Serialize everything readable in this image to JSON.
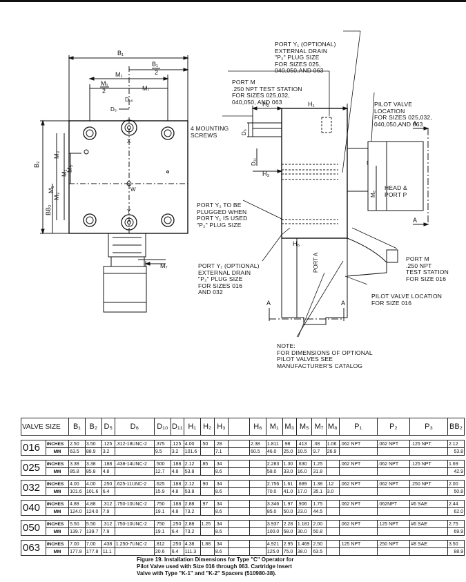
{
  "callouts": {
    "port_y1_top": [
      "PORT Y₁ (OPTIONAL)",
      "EXTERNAL DRAIN",
      "\"P₂\" PLUG SIZE",
      "FOR SIZES 025,",
      "040,050,AND 063"
    ],
    "port_m_top": [
      "PORT M",
      ".250 NPT TEST STATION",
      "FOR SIZES 025,032,",
      "040,050, AND 063"
    ],
    "pilot_valve_location": [
      "PILOT VALVE",
      "LOCATION",
      "FOR SIZES 025,032,",
      "040,050,AND 063"
    ],
    "mounting_screws": [
      "4 MOUNTING",
      "SCREWS"
    ],
    "head_port": [
      "HEAD &",
      "PORT P"
    ],
    "port_y2": [
      "PORT Y₂ TO BE",
      "PLUGGED WHEN",
      "PORT Y₁ IS USED",
      "\"P₂\" PLUG SIZE"
    ],
    "port_y1_bottom": [
      "PORT Y₁ (OPTIONAL)",
      "EXTERNAL DRAIN",
      "\"P₂\" PLUG SIZE",
      "FOR SIZES 016",
      "AND 032"
    ],
    "port_m_bottom": [
      "PORT M",
      ".250 NPT",
      "TEST STATION",
      "FOR SIZE 016"
    ],
    "pilot_valve_016": [
      "PILOT VALVE LOCATION",
      "FOR SIZE 016"
    ],
    "note": [
      "NOTE:",
      "FOR DIMENSIONS OF OPTIONAL",
      "PILOT VALVES SEE",
      "MANUFACTURER'S CATALOG"
    ]
  },
  "dim_labels": {
    "b1": "B₁",
    "b1_2": "B₁",
    "half": "2",
    "m1": "M₁",
    "m7": "M₇",
    "d10": "D₁₀",
    "d5": "D₅",
    "x": "X",
    "w": "W",
    "y": "Y",
    "m3": "M₃",
    "m5": "M₅",
    "b2": "B₂",
    "bb2": "BB₂",
    "m1v": "M₁",
    "m3b": "M₃",
    "m7b": "M₇",
    "h2": "H₂",
    "h1": "H₁",
    "d6": "D₆",
    "d11": "D₁₁",
    "h3": "H₃",
    "m8": "M₈",
    "h6": "H₆",
    "porta": "PORT A",
    "a": "A"
  },
  "table": {
    "headers": [
      "VALVE SIZE",
      "B₁",
      "B₂",
      "D₅",
      "D₆",
      "D₁₀",
      "D₁₁",
      "H₁",
      "H₂",
      "H₃",
      "",
      "H₆",
      "M₁",
      "M₃",
      "M₅",
      "M₇",
      "M₈",
      "P₁",
      "P₂",
      "P₃",
      "BB₂"
    ],
    "rows": [
      {
        "size": "016",
        "inches": [
          "2.50",
          "3.50",
          ".125",
          ".312-18UNC-2",
          ".375",
          ".125",
          "4.00",
          ".50",
          ".28",
          "",
          "2.38",
          "1.811",
          ".98",
          ".413",
          ".38",
          "1.06",
          ".062 NPT",
          ".062 NPT",
          ".125 NPT",
          "2.12"
        ],
        "mm": [
          "63.5",
          "88.9",
          "3.2",
          "",
          "9.5",
          "3.2",
          "101.6",
          "",
          "7.1",
          "",
          "60.5",
          "46.0",
          "25.0",
          "10.5",
          "9.7",
          "26.9",
          "",
          "",
          "",
          "53.8"
        ]
      },
      {
        "size": "025",
        "inches": [
          "3.38",
          "3.38",
          ".188",
          ".438-14UNC-2",
          ".500",
          ".188",
          "2.12",
          ".85",
          ".34",
          "",
          "",
          "2.283",
          "1.30",
          ".630",
          "1.25",
          "",
          ".062 NPT",
          ".062 NPT",
          ".125 NPT",
          "1.69"
        ],
        "mm": [
          "85.8",
          "85.8",
          "4.8",
          "",
          "12.7",
          "4.8",
          "53.8",
          "",
          "8.6",
          "",
          "",
          "58.0",
          "33.0",
          "16.0",
          "31.8",
          "",
          "",
          "",
          "",
          "42.9"
        ]
      },
      {
        "size": "032",
        "inches": [
          "4.00",
          "4.00",
          ".250",
          ".625-11UNC-2",
          ".625",
          ".188",
          "2.12",
          ".90",
          ".34",
          "",
          "",
          "2.756",
          "1.61",
          ".689",
          "1.38",
          ".12",
          ".062 NPT",
          ".062 NPT",
          ".250 NPT",
          "2.00"
        ],
        "mm": [
          "101.6",
          "101.6",
          "6.4",
          "",
          "15.9",
          "4.8",
          "53.8",
          "",
          "8.6",
          "",
          "",
          "70.0",
          "41.0",
          "17.0",
          "35.1",
          "3.0",
          "",
          "",
          "",
          "50.8"
        ]
      },
      {
        "size": "040",
        "inches": [
          "4.88",
          "4.88",
          ".312",
          ".750-10UNC-2",
          ".750",
          ".188",
          "2.88",
          ".97",
          ".34",
          "",
          "",
          "3.346",
          "1.97",
          ".906",
          "1.75",
          "",
          ".062 NPT",
          ".062NPT",
          "#6 SAE",
          "2.44"
        ],
        "mm": [
          "124.0",
          "124.0",
          "7.9",
          "",
          "19.1",
          "4.8",
          "73.2",
          "",
          "8.6",
          "",
          "",
          "85.0",
          "50.0",
          "23.0",
          "44.5",
          "",
          "",
          "",
          "",
          "62.0"
        ]
      },
      {
        "size": "050",
        "inches": [
          "5.50",
          "5.50",
          ".312",
          ".750-10UNC-2",
          ".750",
          ".250",
          "2.88",
          "1.25",
          ".34",
          "",
          "",
          "3.937",
          "2.28",
          "1.181",
          "2.00",
          "",
          ".062 NPT",
          ".125 NPT",
          "#6 SAE",
          "2.75"
        ],
        "mm": [
          "139.7",
          "139.7",
          "7.9",
          "",
          "19.1",
          "6.4",
          "73.2",
          "",
          "8.6",
          "",
          "",
          "100.0",
          "58.0",
          "30.0",
          "50.8",
          "",
          "",
          "",
          "",
          "69.9"
        ]
      },
      {
        "size": "063",
        "inches": [
          "7.00",
          "7.00",
          ".438",
          "1.250-7UNC-2",
          ".812",
          ".250",
          "4.38",
          "1.88",
          ".34",
          "",
          "",
          "4.921",
          "2.95",
          "1.469",
          "2.50",
          "",
          ".125 NPT",
          ".250 NPT",
          "#8 SAE",
          "3.50"
        ],
        "mm": [
          "177.8",
          "177.8",
          "11.1",
          "",
          "20.6",
          "6.4",
          "111.3",
          "",
          "8.6",
          "",
          "",
          "125.0",
          "75.0",
          "38.0",
          "63.5",
          "",
          "",
          "",
          "",
          "88.9"
        ]
      }
    ],
    "unit_inches": "INCHES",
    "unit_mm": "MM"
  },
  "caption": [
    "Figure 19. Installation Dimensions for Type \"C\" Operator for",
    "Pilot Valve used with Size 016 through 063. Cartridge Insert",
    "Valve with Type \"K-1\" and \"K-2\" Spacers (510980-38)."
  ]
}
